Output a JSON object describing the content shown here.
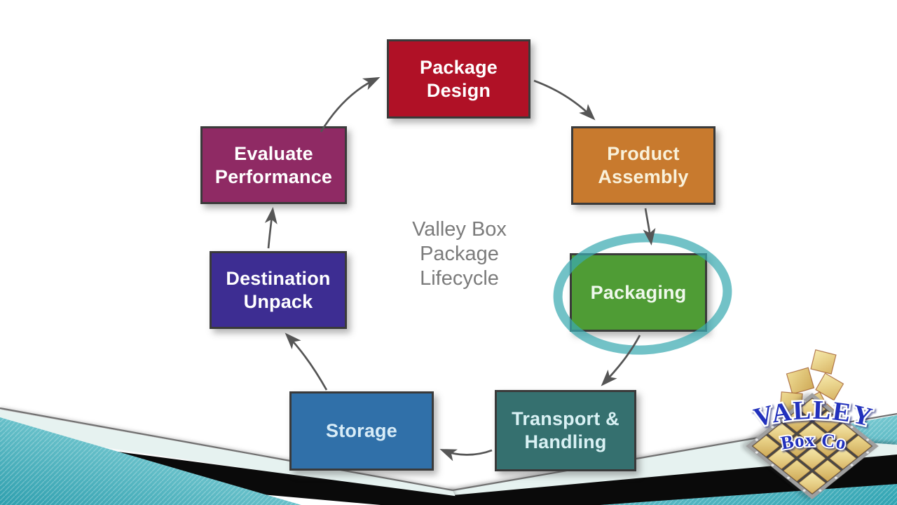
{
  "diagram": {
    "center_title": {
      "lines": [
        "Valley Box",
        "Package",
        "Lifecycle"
      ]
    },
    "nodes": [
      {
        "name": "Package Design",
        "lines": [
          "Package",
          "Design"
        ],
        "color": "#B01126",
        "text_color": "#FFFFFF"
      },
      {
        "name": "Product Assembly",
        "lines": [
          "Product",
          "Assembly"
        ],
        "color": "#C87A2E",
        "text_color": "#F9F1DA"
      },
      {
        "name": "Packaging",
        "lines": [
          "Packaging"
        ],
        "color": "#4F9C35",
        "text_color": "#EFF8EC",
        "highlighted": true
      },
      {
        "name": "Transport & Handling",
        "lines": [
          "Transport &",
          "Handling"
        ],
        "color": "#35706F",
        "text_color": "#D9F1F4"
      },
      {
        "name": "Storage",
        "lines": [
          "Storage"
        ],
        "color": "#3070A9",
        "text_color": "#D8ECF7"
      },
      {
        "name": "Destination Unpack",
        "lines": [
          "Destination",
          "Unpack"
        ],
        "color": "#3D2D92",
        "text_color": "#FFFFFF"
      },
      {
        "name": "Evaluate Performance",
        "lines": [
          "Evaluate",
          "Performance"
        ],
        "color": "#8F2A64",
        "text_color": "#FFFFFF"
      }
    ],
    "highlight_ring_color": "#3BABB1",
    "arrow_color": "#555555"
  },
  "logo": {
    "title": "VALLEY",
    "subtitle": "Box Co",
    "text_color": "#2231BC"
  },
  "decoration": {
    "teal_light": "#9FE0E4",
    "teal_dark": "#2EA0AF",
    "mint": "#E6F2F0",
    "black": "#0A0A0A"
  }
}
